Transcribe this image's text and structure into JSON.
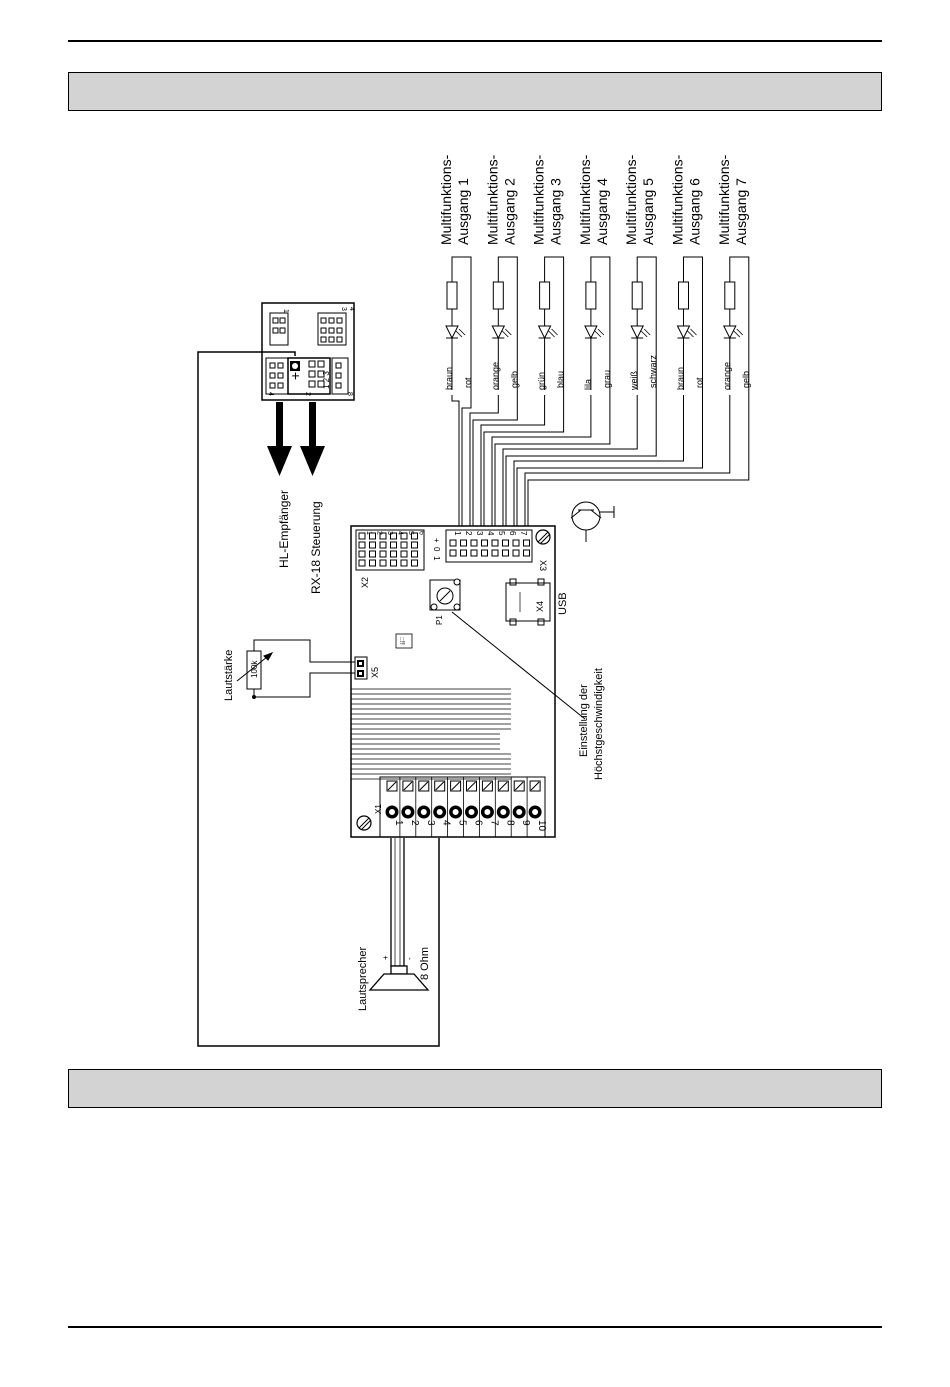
{
  "outputs": [
    {
      "line1": "Multifunktions-",
      "line2": "Ausgang 1",
      "wire_a": "braun",
      "wire_b": "rot"
    },
    {
      "line1": "Multifunktions-",
      "line2": "Ausgang 2",
      "wire_a": "orange",
      "wire_b": "gelb"
    },
    {
      "line1": "Multifunktions-",
      "line2": "Ausgang 3",
      "wire_a": "grün",
      "wire_b": "blau"
    },
    {
      "line1": "Multifunktions-",
      "line2": "Ausgang 4",
      "wire_a": "lila",
      "wire_b": "grau"
    },
    {
      "line1": "Multifunktions-",
      "line2": "Ausgang 5",
      "wire_a": "weiß",
      "wire_b": "schwarz"
    },
    {
      "line1": "Multifunktions-",
      "line2": "Ausgang 6",
      "wire_a": "braun",
      "wire_b": "rot"
    },
    {
      "line1": "Multifunktions-",
      "line2": "Ausgang 7",
      "wire_a": "orange",
      "wire_b": "gelb"
    }
  ],
  "receiver": {
    "label1": "HL-Empfänger",
    "label2": "RX-18 Steuerung",
    "plus": "+",
    "pins": "1 2 3",
    "mark_top": "1",
    "mark_a": "3",
    "mark_b": "4",
    "mark_c": "2",
    "mark_d": "4",
    "mark_e": "8"
  },
  "board": {
    "x2_label": "X2",
    "x3_label": "X3",
    "x4_label": "X4",
    "x5_label": "X5",
    "x1_label": "X1",
    "p1_label": "P1",
    "usb_label": "USB",
    "x3_pins": [
      "1",
      "2",
      "3",
      "4",
      "5",
      "6",
      "7"
    ],
    "x3_side": [
      "+",
      "0",
      "1"
    ],
    "x2_side": [
      "1",
      "2",
      "3",
      "4",
      "5",
      "6"
    ],
    "terminals": [
      "1",
      "2",
      "3",
      "4",
      "5",
      "6",
      "7",
      "8",
      "9",
      "10"
    ],
    "chip_label": "::!!"
  },
  "volume": {
    "label": "Lautstärke",
    "value": "100k"
  },
  "speed_label": {
    "line1": "Einstellung der",
    "line2": "Höchstgeschwindigkeit"
  },
  "speaker": {
    "label": "Lautsprecher",
    "ohm": "8 Ohm",
    "plus": "+",
    "minus": "-"
  }
}
